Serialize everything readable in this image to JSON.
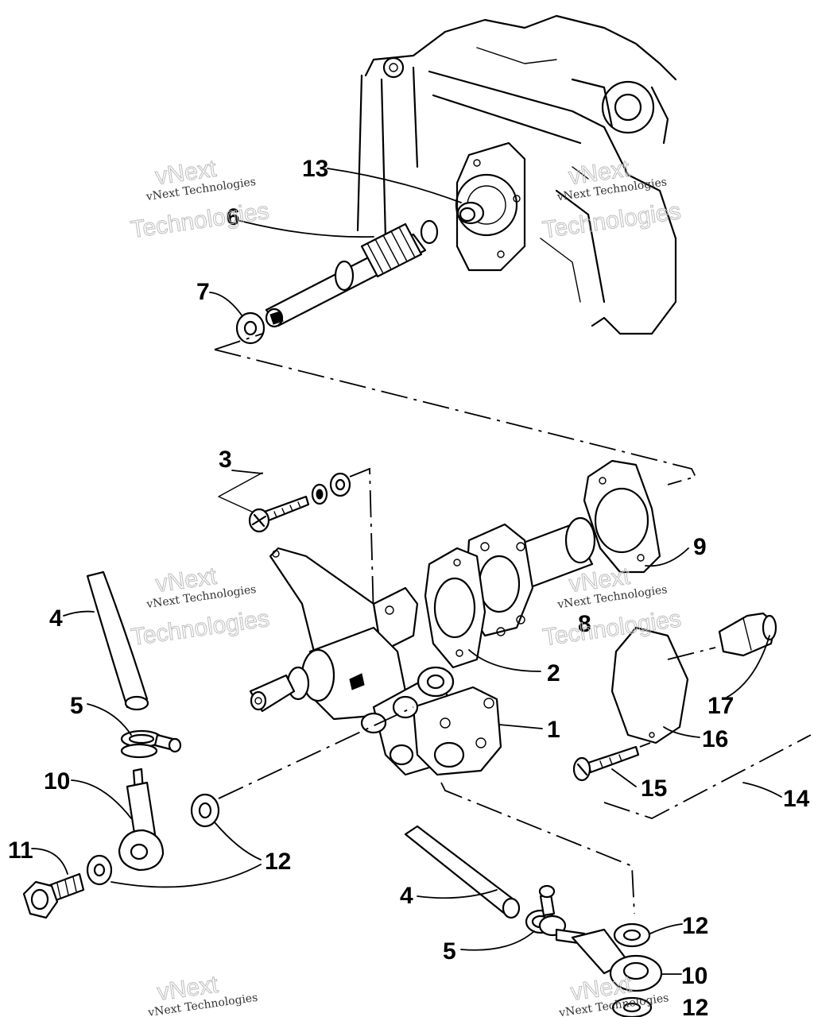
{
  "diagram": {
    "callouts": [
      {
        "id": "c13",
        "text": "13"
      },
      {
        "id": "c6",
        "text": "6"
      },
      {
        "id": "c7",
        "text": "7"
      },
      {
        "id": "c3",
        "text": "3"
      },
      {
        "id": "c9",
        "text": "9"
      },
      {
        "id": "c4a",
        "text": "4"
      },
      {
        "id": "c8",
        "text": "8"
      },
      {
        "id": "c2",
        "text": "2"
      },
      {
        "id": "c17",
        "text": "17"
      },
      {
        "id": "c5a",
        "text": "5"
      },
      {
        "id": "c1",
        "text": "1"
      },
      {
        "id": "c16",
        "text": "16"
      },
      {
        "id": "c10a",
        "text": "10"
      },
      {
        "id": "c15",
        "text": "15"
      },
      {
        "id": "c14",
        "text": "14"
      },
      {
        "id": "c11",
        "text": "11"
      },
      {
        "id": "c12a",
        "text": "12"
      },
      {
        "id": "c4b",
        "text": "4"
      },
      {
        "id": "c12b",
        "text": "12"
      },
      {
        "id": "c5b",
        "text": "5"
      },
      {
        "id": "c10b",
        "text": "10"
      },
      {
        "id": "c12c",
        "text": "12"
      }
    ],
    "watermark": {
      "line1": "vNext Technologies",
      "line2": "vNext",
      "line3": "Technologies"
    }
  }
}
